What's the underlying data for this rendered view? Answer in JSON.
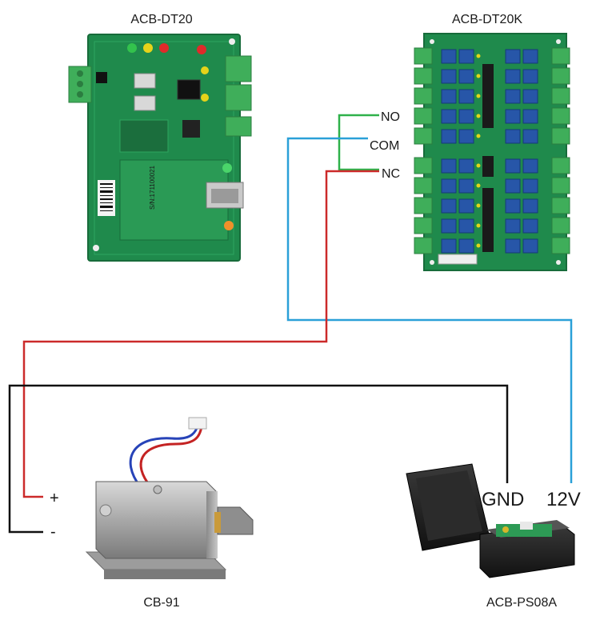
{
  "devices": {
    "controller": "ACB-DT20",
    "relay_board": "ACB-DT20K",
    "lock": "CB-91",
    "power_supply": "ACB-PS08A"
  },
  "relay_terminals": {
    "no": "NO",
    "com": "COM",
    "nc": "NC"
  },
  "lock_terminals": {
    "plus": "+",
    "minus": "-"
  },
  "psu_terminals": {
    "gnd": "GND",
    "v12": "12V"
  },
  "board_text": {
    "serial": "S/N:171100021"
  },
  "colors": {
    "board_green": "#1f8a4c",
    "wire_red": "#cc2a2a",
    "wire_blue": "#2aa0d8",
    "wire_green": "#2fb14a",
    "wire_black": "#111111",
    "relay_blue": "#2756a8"
  }
}
